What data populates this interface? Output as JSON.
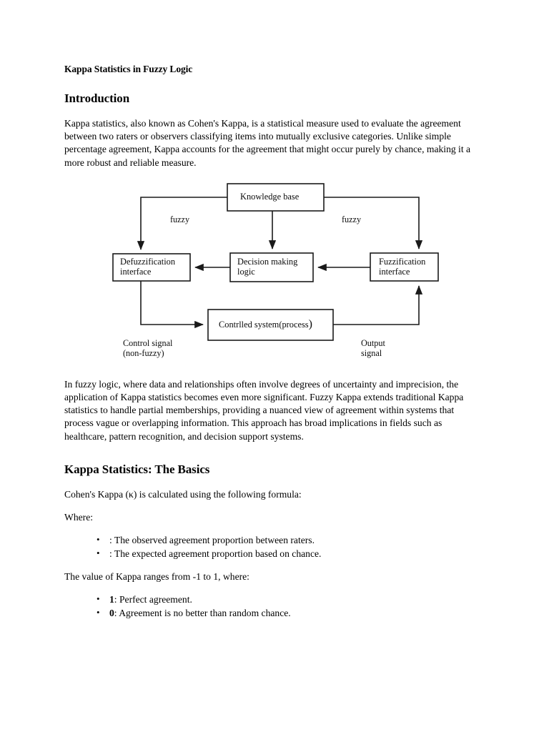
{
  "document": {
    "title": "Kappa Statistics in Fuzzy Logic",
    "sections": {
      "introduction": {
        "heading": "Introduction",
        "paragraph": "Kappa statistics, also known as Cohen's Kappa, is a statistical measure used to evaluate the agreement between two raters or observers classifying items into mutually exclusive categories. Unlike simple percentage agreement, Kappa accounts for the agreement that might occur purely by chance, making it a more robust and reliable measure.",
        "paragraph_after_figure": "In fuzzy logic, where data and relationships often involve degrees of uncertainty and imprecision, the application of Kappa statistics becomes even more significant. Fuzzy Kappa extends traditional Kappa statistics to handle partial memberships, providing a nuanced view of agreement within systems that process vague or overlapping information. This approach has broad implications in fields such as healthcare, pattern recognition, and decision support systems."
      },
      "basics": {
        "heading": "Kappa Statistics: The Basics",
        "formula_intro": "Cohen's Kappa (κ) is calculated using the following formula:",
        "where_label": "Where:",
        "where_items": [
          ": The observed agreement proportion between raters.",
          ": The expected agreement proportion based on chance."
        ],
        "range_intro": "The value of Kappa ranges from -1 to 1, where:",
        "range_items": [
          {
            "value": "1",
            "description": ": Perfect agreement."
          },
          {
            "value": "0",
            "description": ": Agreement is no better than random chance."
          }
        ]
      }
    }
  },
  "figure": {
    "name": "fuzzy-logic-controller-block-diagram",
    "boxes": [
      {
        "id": "knowledge-base",
        "label": "Knowledge base"
      },
      {
        "id": "defuzzification-interface",
        "label": "Defuzzification\ninterface"
      },
      {
        "id": "decision-making-logic",
        "label": "Decision making\nlogic"
      },
      {
        "id": "fuzzification-interface",
        "label": "Fuzzification\ninterface"
      },
      {
        "id": "controlled-system",
        "label": "Contrlled system(process"
      }
    ],
    "edge_labels": {
      "fuzzy_left": "fuzzy",
      "fuzzy_right": "fuzzy",
      "control_signal": "Control signal\n(non-fuzzy)",
      "output_signal": "Output\nsignal"
    },
    "stroke_color": "#1a1a1a"
  }
}
